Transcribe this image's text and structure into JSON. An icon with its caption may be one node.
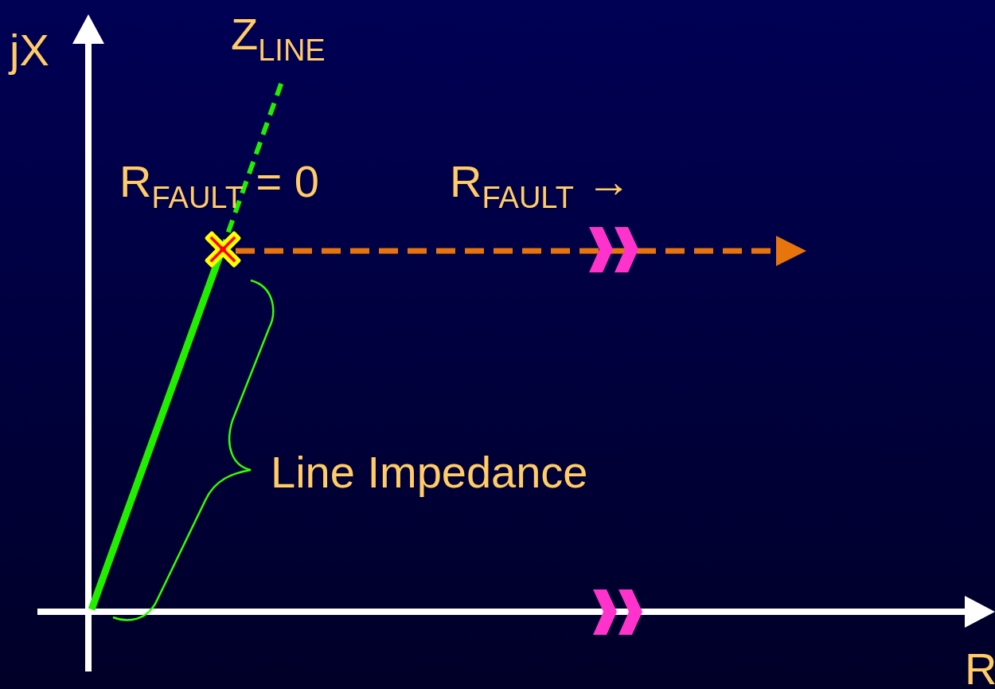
{
  "diagram": {
    "labels": [
      "jX",
      "Z$_{LINE}$",
      "R$_{FAULT}$ = 0",
      "R$_{FAULT}$ →",
      "Line Impedance",
      "R"
    ]
  }
}
